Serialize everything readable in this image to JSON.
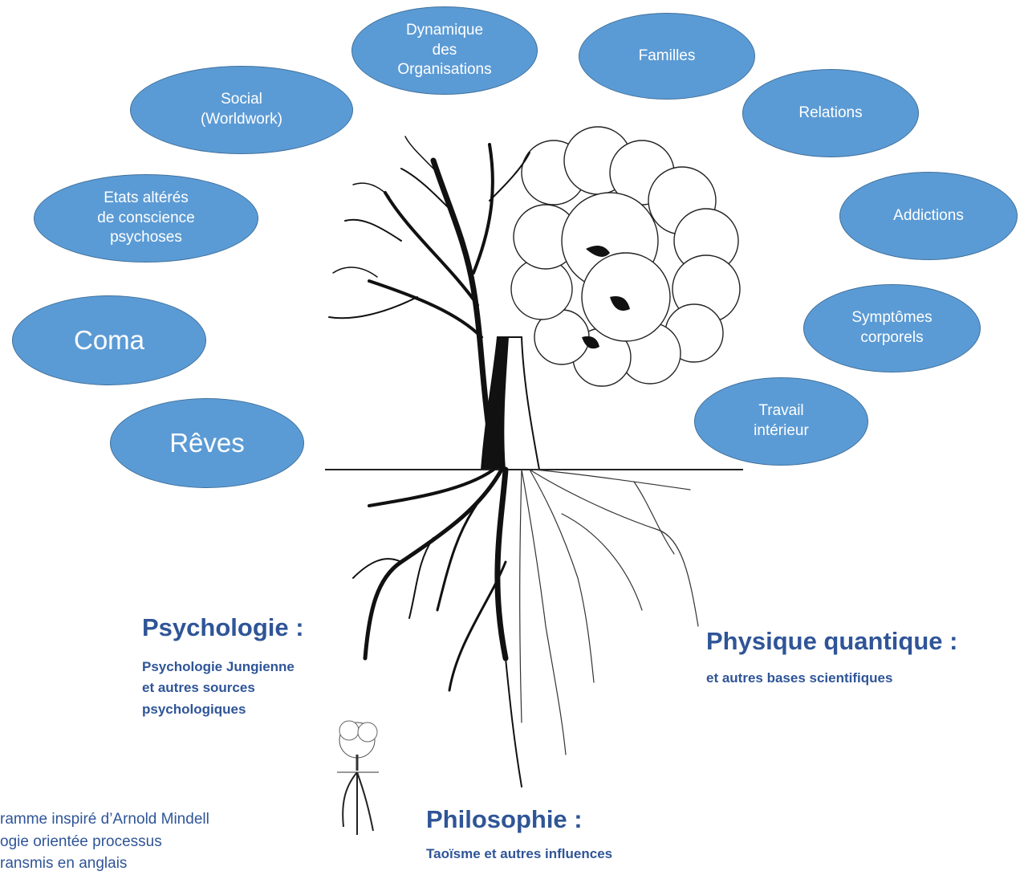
{
  "bubbles": {
    "dynamique": "Dynamique\ndes\nOrganisations",
    "familles": "Familles",
    "social": "Social\n(Worldwork)",
    "relations": "Relations",
    "etats": "Etats altérés\nde conscience\npsychoses",
    "addictions": "Addictions",
    "coma": "Coma",
    "symptomes": "Symptômes\ncorporels",
    "travail": "Travail\nintérieur",
    "reves": "Rêves"
  },
  "roots": {
    "psychologie": {
      "title": "Psychologie :",
      "text": "Psychologie Jungienne\net autres sources\npsychologiques"
    },
    "physique": {
      "title": "Physique quantique :",
      "text": "et autres bases scientifiques"
    },
    "philosophie": {
      "title": "Philosophie :",
      "text": "Taoïsme et autres influences"
    }
  },
  "caption": "ramme inspiré d’Arnold Mindell\nogie orientée processus\nransmis en anglais",
  "colors": {
    "bubble_fill": "#5b9bd5",
    "bubble_border": "#41719c",
    "text_blue": "#2f5597"
  }
}
